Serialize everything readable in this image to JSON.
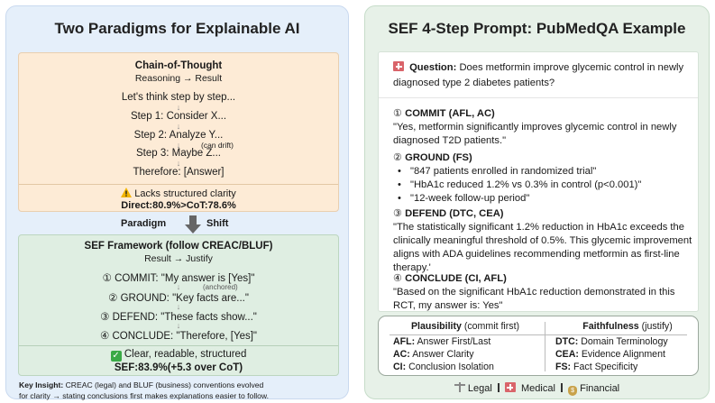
{
  "left": {
    "title": "Two Paradigms for Explainable AI",
    "cot": {
      "heading": "Chain-of-Thought",
      "subheading": "Reasoning → Result",
      "steps": [
        "Let's think step by step...",
        "Step 1: Consider X...",
        "Step 2: Analyze Y...",
        "Step 3: Maybe Z...",
        "Therefore: [Answer]"
      ],
      "drift_note": "(can drift)",
      "warning": "Lacks structured clarity",
      "score": "Direct:80.9%>CoT:78.6%"
    },
    "shift": {
      "left": "Paradigm",
      "right": "Shift"
    },
    "sef": {
      "heading": "SEF Framework (follow CREAC/BLUF)",
      "subheading": "Result → Justify",
      "steps": [
        "① COMMIT: \"My answer is [Yes]\"",
        "② GROUND: \"Key facts are...\"",
        "③ DEFEND: \"These facts show...\"",
        "④ CONCLUDE: \"Therefore, [Yes]\""
      ],
      "anchored_note": "(anchored)",
      "check": "Clear, readable, structured",
      "score": "SEF:83.9%(+5.3 over CoT)"
    },
    "insight": {
      "label": "Key Insight:",
      "line1": "CREAC (legal) and BLUF (business) conventions evolved",
      "line2": "for clarity → stating conclusions first makes explanations easier to follow."
    }
  },
  "right": {
    "title": "SEF 4-Step Prompt: PubMedQA Example",
    "question": {
      "label": "Question:",
      "text": "Does metformin improve glycemic control in newly diagnosed type 2 diabetes patients?"
    },
    "commit": {
      "num": "①",
      "head": "COMMIT (AFL, AC)",
      "text": "\"Yes, metformin significantly improves glycemic control in newly diagnosed T2D patients.\""
    },
    "ground": {
      "num": "②",
      "head": "GROUND (FS)",
      "bullets": [
        "\"847 patients enrolled in randomized trial\"",
        "\"HbA1c reduced 1.2% vs 0.3% in control (p<0.001)\"",
        "\"12-week follow-up period\""
      ]
    },
    "defend": {
      "num": "③",
      "head": "DEFEND (DTC, CEA)",
      "text": "\"The statistically significant 1.2% reduction in HbA1c exceeds the clinically meaningful threshold of 0.5%. This glycemic improvement aligns with ADA guidelines recommending metformin as first-line therapy.'"
    },
    "conclude": {
      "num": "④",
      "head": "CONCLUDE (CI, AFL)",
      "text": "\"Based on the significant HbA1c reduction demonstrated in this RCT, my answer is: Yes\""
    },
    "legend": {
      "plausibility": {
        "head": "Plausibility",
        "note": "(commit first)",
        "items": [
          {
            "code": "AFL:",
            "desc": "Answer First/Last"
          },
          {
            "code": "AC:",
            "desc": "Answer Clarity"
          },
          {
            "code": "CI:",
            "desc": "Conclusion Isolation"
          }
        ]
      },
      "faithfulness": {
        "head": "Faithfulness",
        "note": "(justify)",
        "items": [
          {
            "code": "DTC:",
            "desc": "Domain Terminology"
          },
          {
            "code": "CEA:",
            "desc": "Evidence Alignment"
          },
          {
            "code": "FS:",
            "desc": "Fact Specificity"
          }
        ]
      }
    },
    "domains": [
      "Legal",
      "Medical",
      "Financial"
    ]
  },
  "colors": {
    "left_panel": "#e5effa",
    "right_panel": "#e7f1e8",
    "cot_box": "#fdebd6",
    "sef_box": "#dfeee2",
    "check": "#3aaa46",
    "warning": "#f2b400"
  },
  "icons": [
    "warning-icon",
    "check-icon",
    "hospital-icon",
    "scales-icon",
    "money-bag-icon",
    "down-arrow-icon"
  ]
}
